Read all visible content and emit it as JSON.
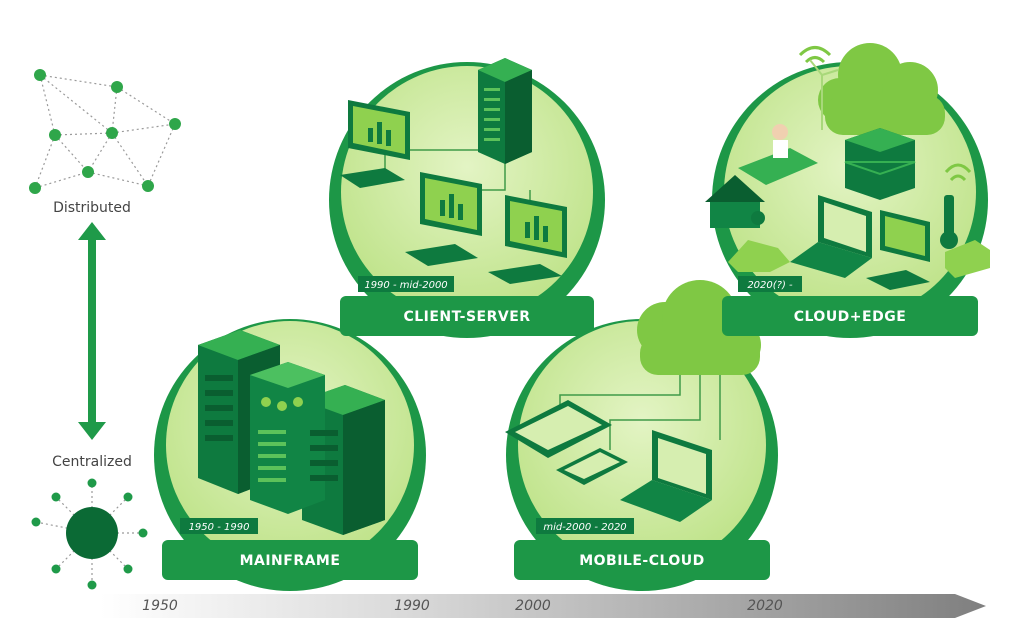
{
  "colors": {
    "dark_green": "#0e7a3f",
    "mid_green": "#2fa64a",
    "light_green": "#8fd14f",
    "pale_green": "#d6eeb0",
    "timeline_grey": "#8c8c8c"
  },
  "scale": {
    "top_label": "Distributed",
    "bottom_label": "Centralized"
  },
  "timeline": {
    "ticks": [
      "1950",
      "1990",
      "2000",
      "2020"
    ]
  },
  "eras": [
    {
      "title": "MAINFRAME",
      "years": "1950 - 1990",
      "icon": "mainframe-icon"
    },
    {
      "title": "CLIENT-SERVER",
      "years": "1990 - mid-2000",
      "icon": "client-server-icon"
    },
    {
      "title": "MOBILE-CLOUD",
      "years": "mid-2000 - 2020",
      "icon": "mobile-cloud-icon"
    },
    {
      "title": "CLOUD+EDGE",
      "years": "2020(?) -",
      "icon": "cloud-edge-icon"
    }
  ]
}
